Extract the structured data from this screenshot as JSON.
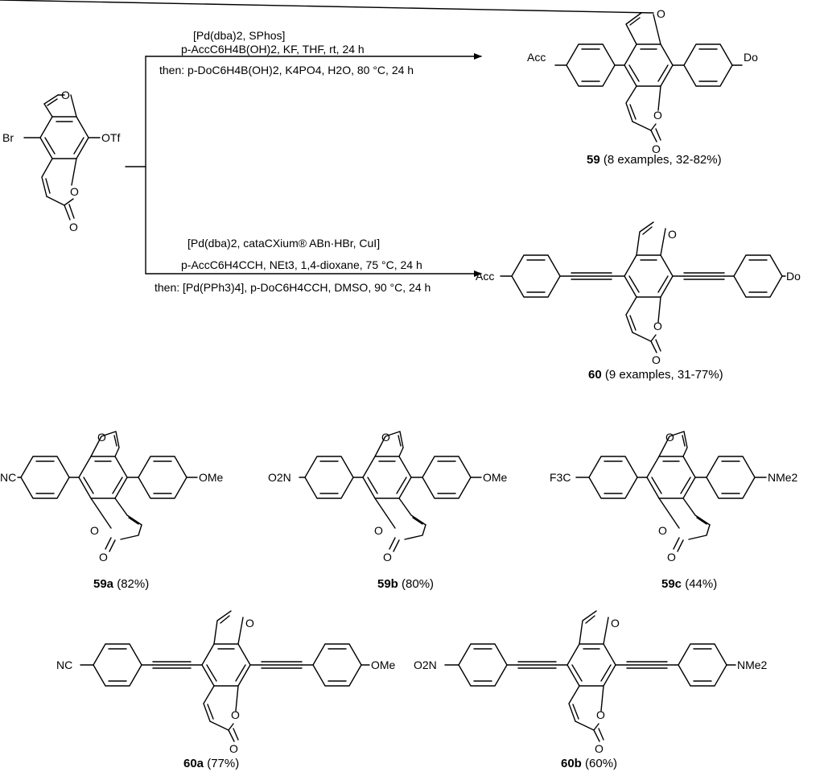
{
  "scheme": {
    "start_material": {
      "substituent_left": "Br",
      "substituent_right": "OTf",
      "ring_o1": "O",
      "ring_o2": "O",
      "carbonyl_o": "O"
    },
    "route_upper": {
      "line1": "[Pd(dba)2, SPhos]",
      "line2": "p-AccC6H4B(OH)2, KF, THF, rt, 24 h",
      "line3": "then: p-DoC6H4B(OH)2, K4PO4, H2O, 80 °C, 24 h",
      "product_left": "Acc",
      "product_right": "Do",
      "product_number": "59",
      "product_note": "(8 examples, 32-82%)"
    },
    "route_lower": {
      "line1": "[Pd(dba)2, cataCXium® ABn·HBr, CuI]",
      "line2": "p-AccC6H4CCH, NEt3, 1,4-dioxane, 75 °C, 24 h",
      "line3": "then: [Pd(PPh3)4], p-DoC6H4CCH, DMSO, 90 °C, 24 h",
      "product_left": "Acc",
      "product_right": "Do",
      "product_number": "60",
      "product_note": "(9 examples, 31-77%)"
    },
    "examples": [
      {
        "id": "59a",
        "yield": "(82%)",
        "left": "NC",
        "right": "OMe"
      },
      {
        "id": "59b",
        "yield": "(80%)",
        "left": "O2N",
        "right": "OMe"
      },
      {
        "id": "59c",
        "yield": "(44%)",
        "left": "F3C",
        "right": "NMe2"
      },
      {
        "id": "60a",
        "yield": "(77%)",
        "left": "NC",
        "right": "OMe"
      },
      {
        "id": "60b",
        "yield": "(60%)",
        "left": "O2N",
        "right": "NMe2"
      }
    ],
    "atom_o": "O"
  }
}
